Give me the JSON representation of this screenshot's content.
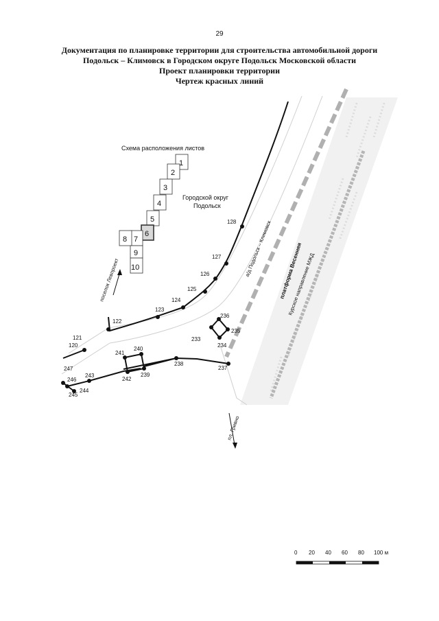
{
  "page_number": "29",
  "title": {
    "line1": "Документация по планировке территории для строительства автомобильной дороги",
    "line2": "Подольск – Климовск в Городском округе Подольск Московской области",
    "line3": "Проект планировки территории",
    "line4": "Чертеж красных линий"
  },
  "sheet_scheme": {
    "caption": "Схема расположения листов",
    "sheets": [
      "1",
      "2",
      "3",
      "4",
      "5",
      "6",
      "7",
      "8",
      "9",
      "10"
    ],
    "current_sheet": "6"
  },
  "district_label": {
    "line1": "Городской округ",
    "line2": "Подольск"
  },
  "road_labels": {
    "main_road": "а/д Подольск – Климовск",
    "platform": "платформа Весенняя",
    "railway": "Курское направление МЖД",
    "to_levoproekt": "поселок Левпроект",
    "to_grivno": "пл. Гривно"
  },
  "points": {
    "p120": "120",
    "p121": "121",
    "p122": "122",
    "p123": "123",
    "p124": "124",
    "p125": "125",
    "p126": "126",
    "p127": "127",
    "p128": "128",
    "p233": "233",
    "p234": "234",
    "p235": "235",
    "p236": "236",
    "p237": "237",
    "p238": "238",
    "p239": "239",
    "p240": "240",
    "p241": "241",
    "p242": "242",
    "p243": "243",
    "p244": "244",
    "p245": "245",
    "p246": "246",
    "p247": "247"
  },
  "scale_bar": {
    "ticks": [
      "0",
      "20",
      "40",
      "60",
      "80",
      "100 м"
    ]
  },
  "colors": {
    "red_line": "#111111",
    "railway_gray": "#b8b8b8",
    "road_edge": "#cfcfcf"
  }
}
